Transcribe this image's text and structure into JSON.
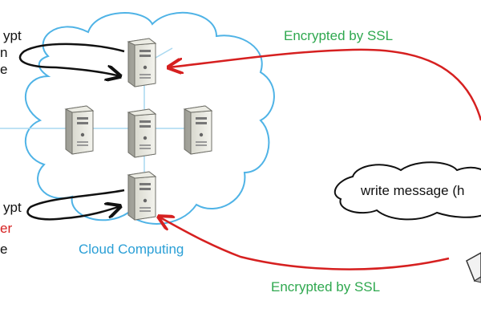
{
  "labels": {
    "ssl_top": "Encrypted by SSL",
    "ssl_bottom": "Encrypted by SSL",
    "cloud": "Cloud Computing",
    "message": "write message (h"
  },
  "left_text": {
    "top": [
      "ypt",
      "n",
      "e"
    ],
    "bottom": [
      "ypt",
      "er",
      "e"
    ]
  },
  "colors": {
    "ssl": "#2fa84f",
    "cloud": "#2a9fd6",
    "arrow_red": "#d62020",
    "arrow_black": "#111111",
    "red_text": "#d62020"
  },
  "icons": [
    "server-icon",
    "laptop-icon"
  ]
}
